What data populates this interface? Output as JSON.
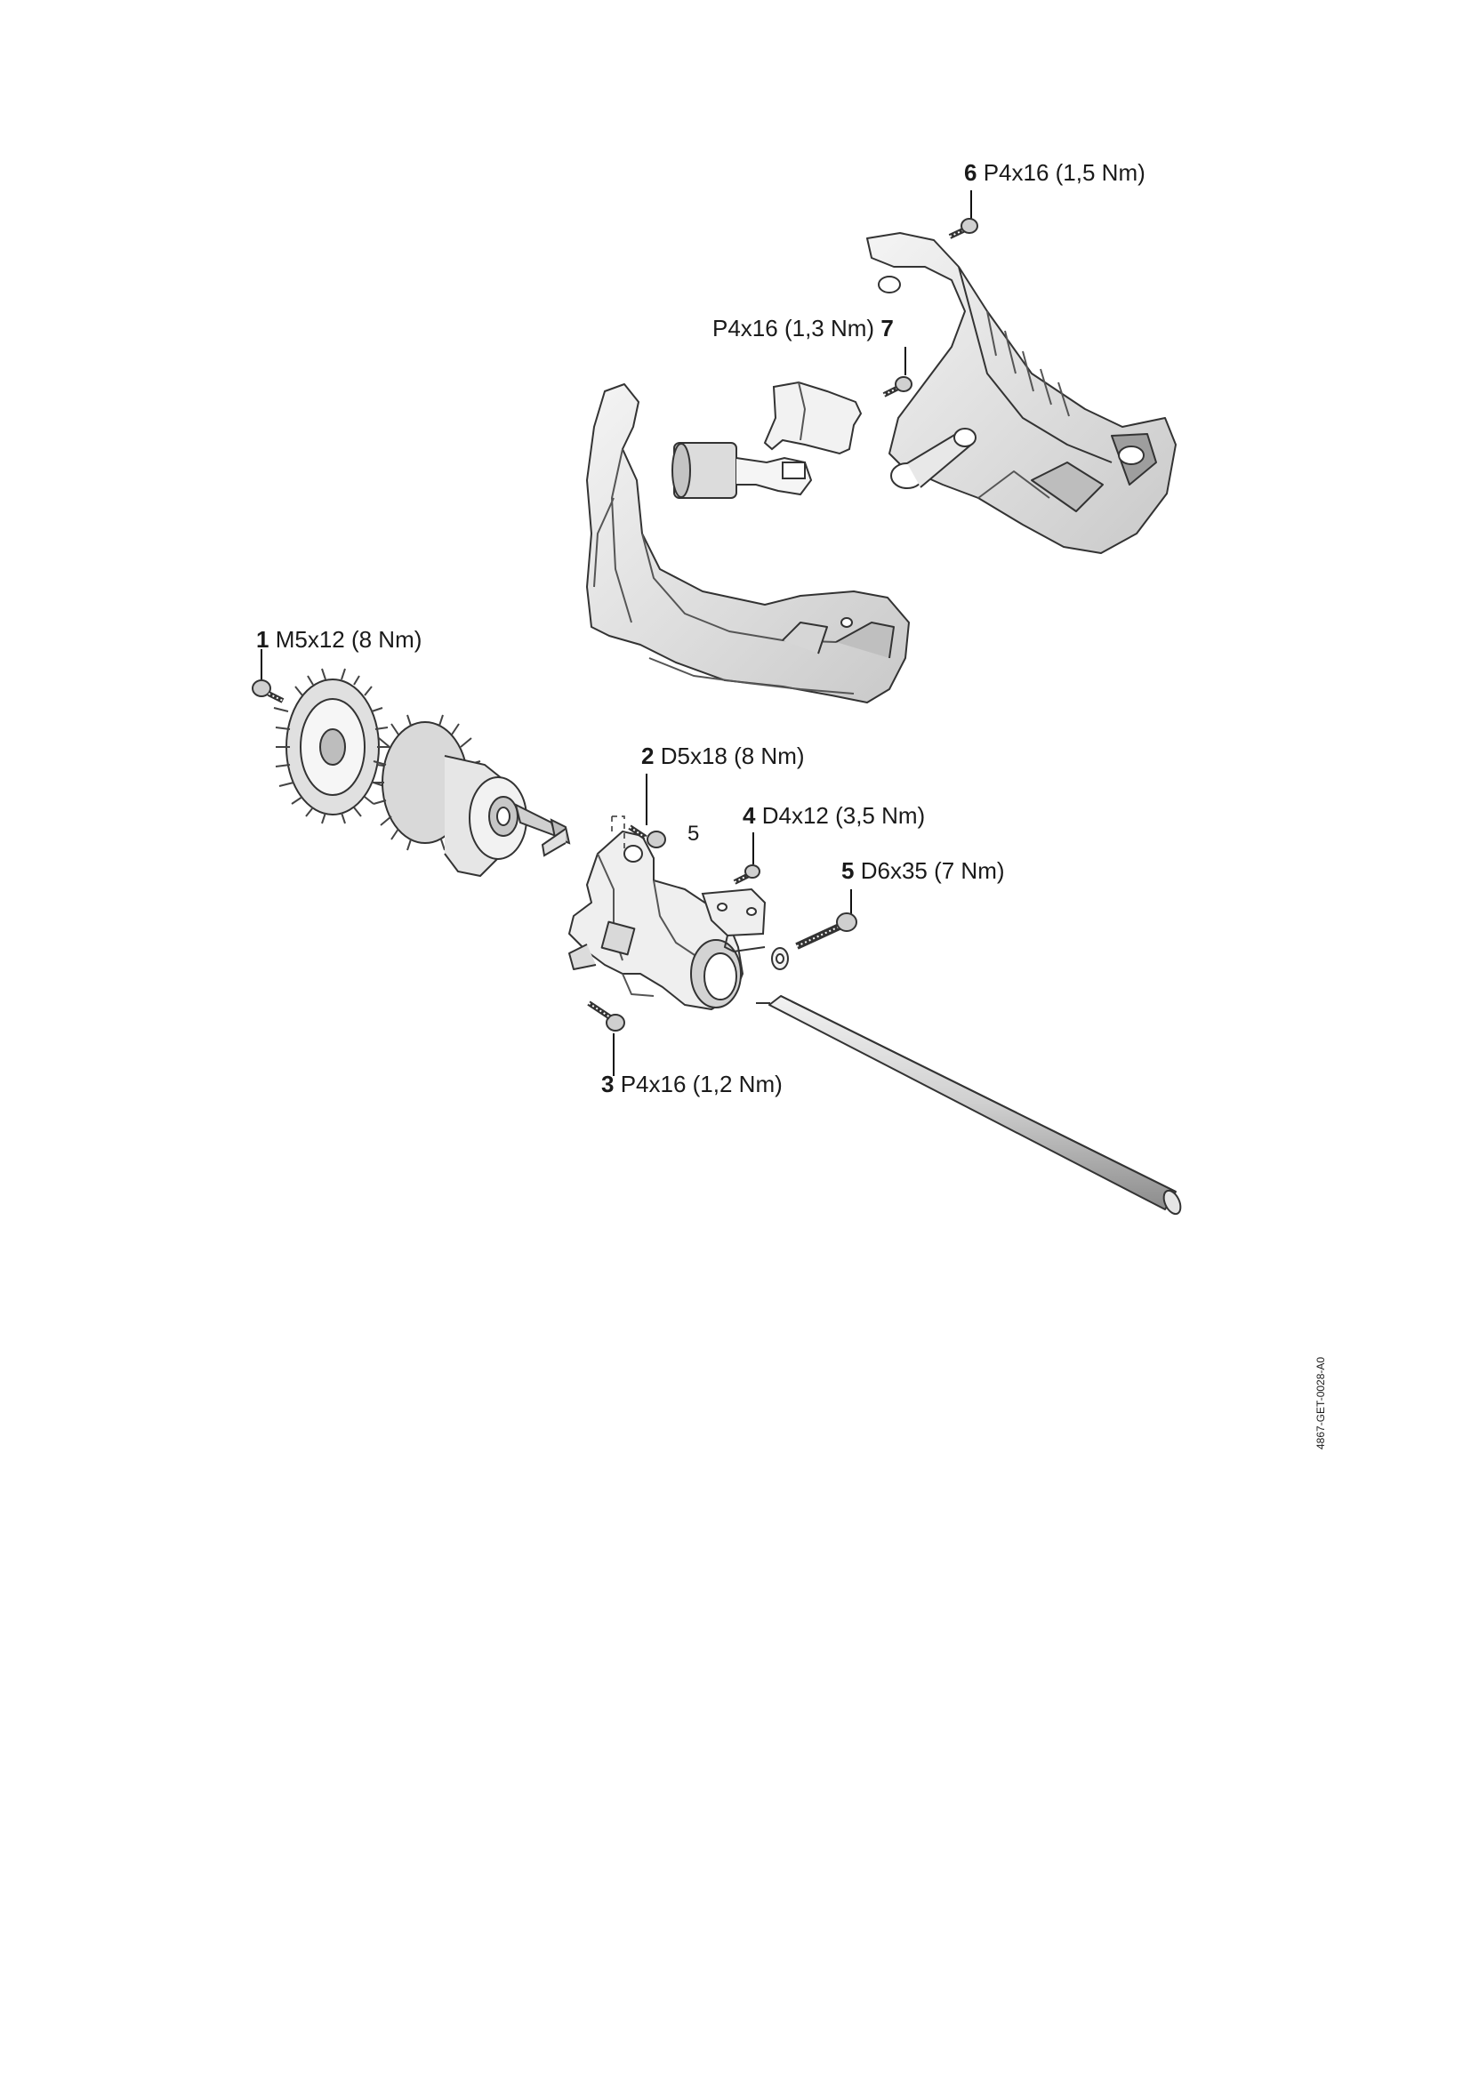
{
  "callouts": [
    {
      "number": "6",
      "spec": "P4x16 (1,5 Nm)"
    },
    {
      "number": "7",
      "spec": "P4x16 (1,3 Nm)"
    },
    {
      "number": "1",
      "spec": "M5x12 (8 Nm)"
    },
    {
      "number": "2",
      "spec": "D5x18 (8 Nm)"
    },
    {
      "number": "4",
      "spec": "D4x12 (3,5 Nm)"
    },
    {
      "number": "5",
      "spec": "D6x35 (7 Nm)"
    },
    {
      "number": "3",
      "spec": "P4x16 (1,2 Nm)"
    }
  ],
  "inline_reference": "5",
  "drawing_code": "4867-GET-0028-A0"
}
